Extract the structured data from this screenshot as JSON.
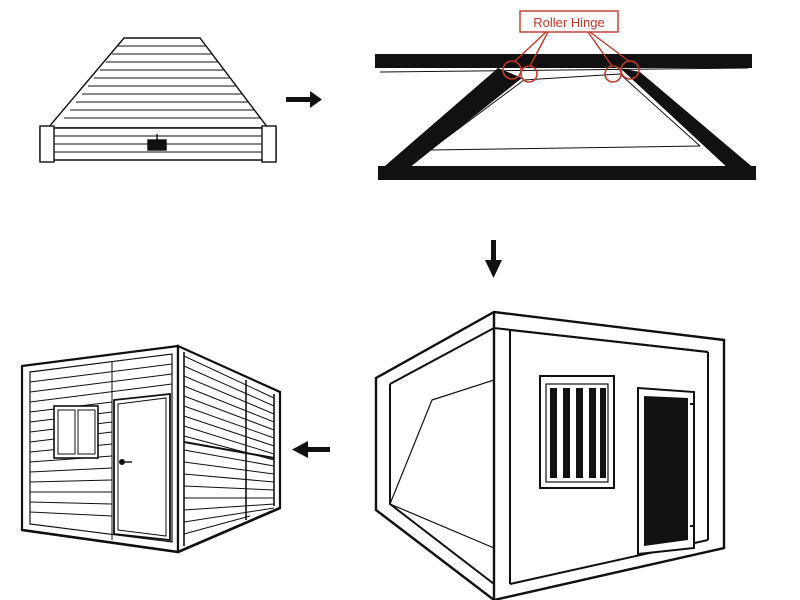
{
  "callout": {
    "label": "Roller Hinge",
    "color": "#c0392b"
  },
  "steps": [
    {
      "id": "folded-roof",
      "icon": "folded-container-icon"
    },
    {
      "id": "hinge-cross-section",
      "icon": "roller-hinge-frame-icon"
    },
    {
      "id": "unfolded-frame",
      "icon": "open-container-frame-icon"
    },
    {
      "id": "finished-container",
      "icon": "assembled-container-house-icon"
    }
  ],
  "arrows": [
    "arrow-right-icon",
    "arrow-down-icon",
    "arrow-left-icon"
  ],
  "colors": {
    "ink": "#111111",
    "background": "#ffffff",
    "callout": "#c0392b"
  }
}
